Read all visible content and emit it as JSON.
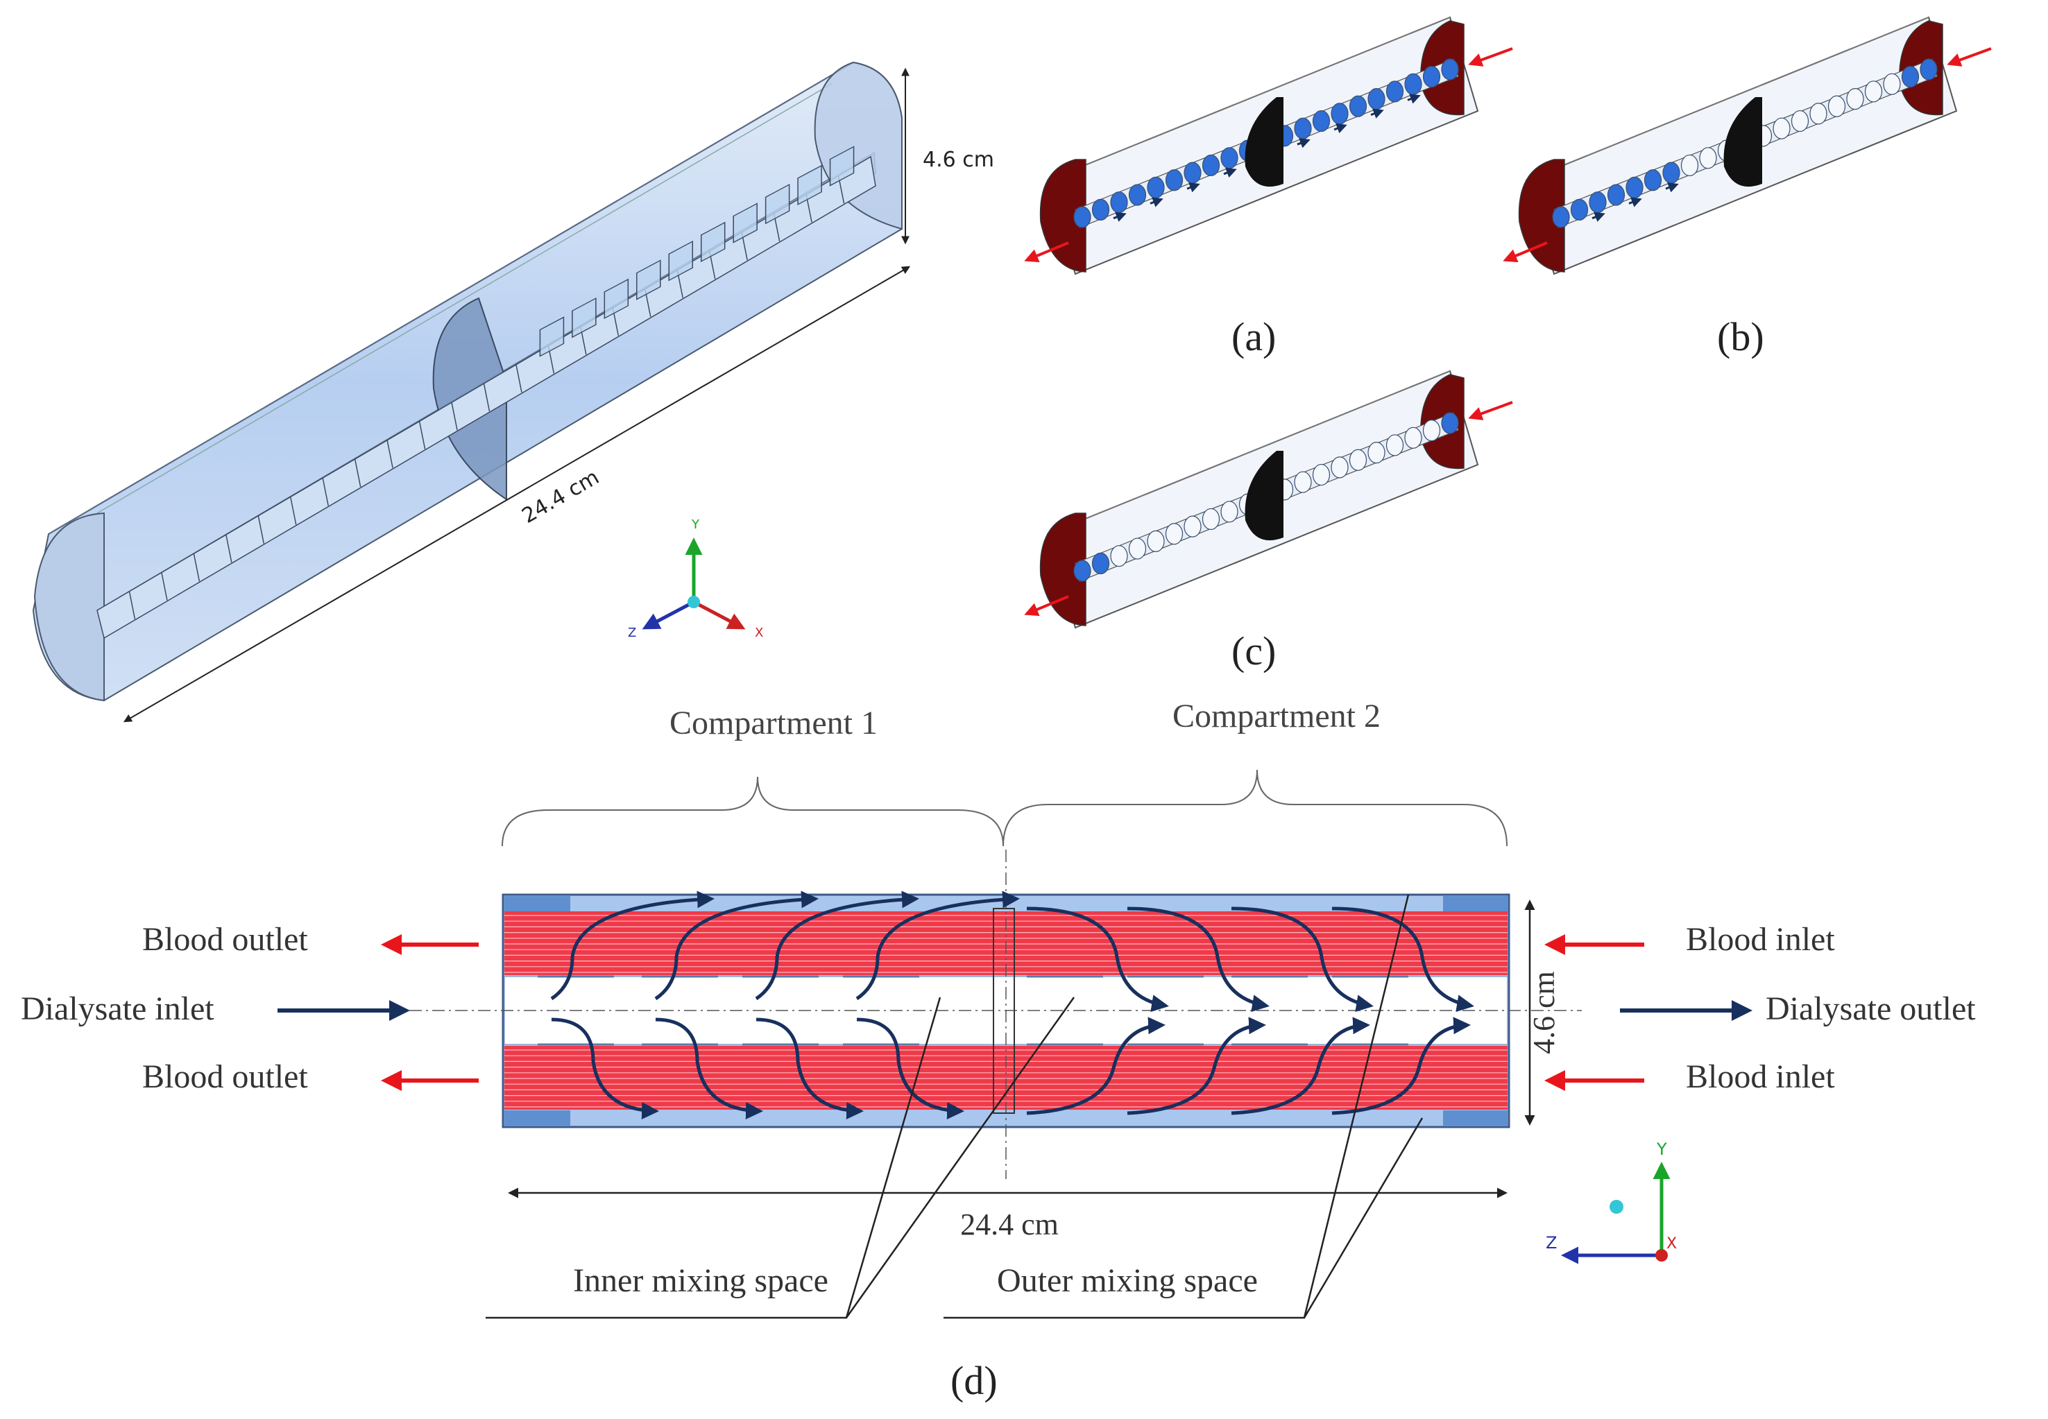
{
  "iso_model": {
    "height_label": "4.6 cm",
    "length_label": "24.4 cm"
  },
  "axes_3d": {
    "y": "Y",
    "z": "Z",
    "x": "X"
  },
  "panels": {
    "a": "(a)",
    "b": "(b)",
    "c": "(c)",
    "d": "(d)"
  },
  "section_d": {
    "compartment_1": "Compartment 1",
    "compartment_2": "Compartment 2",
    "blood_outlet_top": "Blood outlet",
    "dialysate_inlet": "Dialysate inlet",
    "blood_outlet_bottom": "Blood outlet",
    "blood_inlet_top": "Blood inlet",
    "dialysate_outlet": "Dialysate outlet",
    "blood_inlet_bottom": "Blood inlet",
    "height_label": "4.6 cm",
    "length_label": "24.4 cm",
    "inner_mixing": "Inner mixing space",
    "outer_mixing": "Outer mixing space",
    "axis_y": "Y",
    "axis_z": "Z",
    "axis_x": "X"
  },
  "colors": {
    "shell": "#9dc0ea",
    "fiber": "#ef3a4a",
    "end_cap": "#6e0a0a",
    "baffle": "#111111",
    "flow_arrow": "#18305e",
    "red_arrow": "#e8161c"
  }
}
